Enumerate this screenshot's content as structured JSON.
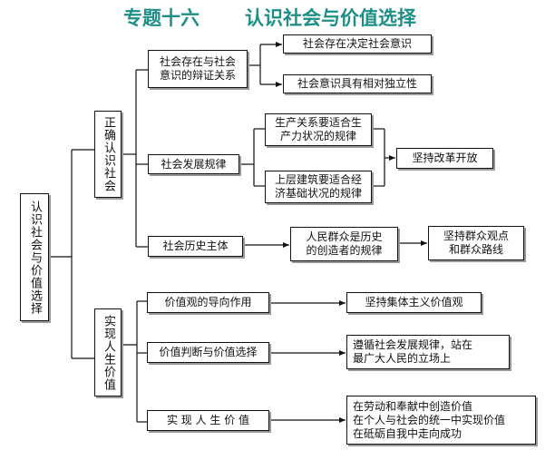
{
  "title": {
    "part1": "专题十六",
    "part2": "认识社会与价值选择"
  },
  "nodes": {
    "root": "认识社会与价值选择",
    "branch_cognition": "正确认识社会",
    "branch_life": "实现人生价值",
    "dialectic": "社会存在与社会\n意识的辩证关系",
    "existence_decides": "社会存在决定社会意识",
    "consciousness_independent": "社会意识具有相对独立性",
    "dev_law": "社会发展规律",
    "prod_relations": "生产关系要适合生\n产力状况的规律",
    "superstructure": "上层建筑要适合经\n济基础状况的规律",
    "reform": "坚持改革开放",
    "history_subject": "社会历史主体",
    "masses_creators": "人民群众是历史\n的创造者的规律",
    "mass_line": "坚持群众观点\n和群众路线",
    "value_guidance": "价值观的导向作用",
    "collectivism": "坚持集体主义价值观",
    "value_judgment": "价值判断与价值选择",
    "follow_law": "遵循社会发展规律，站在\n最广大人民的立场上",
    "realize_value": "实 现 人 生 价 值",
    "create_value": "在劳动和奉献中创造价值\n在个人与社会的统一中实现价值\n在砥砺自我中走向成功"
  }
}
